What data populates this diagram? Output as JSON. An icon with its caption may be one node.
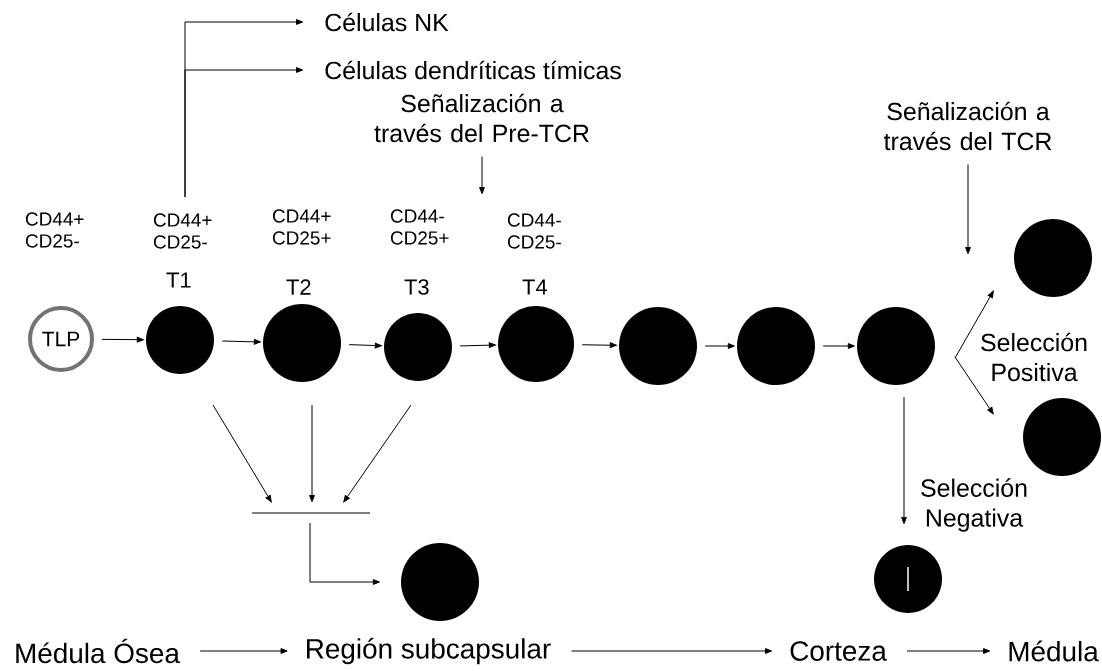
{
  "diagram": {
    "nodes": [
      {
        "text": [
          "Células NK"
        ]
      },
      {
        "text": [
          "Células dendríticas tímicas"
        ]
      },
      {
        "text": [
          "Señalización a través del Pre-TCR"
        ]
      },
      {
        "text": [
          "Señalización a través del TCR"
        ]
      },
      {
        "text": [
          "TLP"
        ]
      },
      {
        "text": [],
        "shape": "circle",
        "beside": [
          "CD44+ CD25-",
          "T1"
        ]
      },
      {
        "text": [],
        "shape": "circle",
        "beside": [
          "CD44+ CD25+",
          "T2"
        ]
      },
      {
        "text": [],
        "shape": "circle",
        "beside": [
          "CD44- CD25+",
          "T3"
        ]
      },
      {
        "text": [],
        "shape": "circle",
        "beside": [
          "CD44- CD25-",
          "T4"
        ]
      },
      {
        "text": [],
        "shape": "circle"
      },
      {
        "text": [],
        "shape": "circle"
      },
      {
        "text": [],
        "shape": "circle"
      },
      {
        "text": [],
        "shape": "circle"
      },
      {
        "text": [],
        "shape": "circle"
      },
      {
        "text": [],
        "shape": "bar"
      },
      {
        "text": [],
        "shape": "circle"
      },
      {
        "text": [],
        "shape": "circle"
      },
      {
        "text": [
          "Médula Ósea"
        ]
      },
      {
        "text": [
          "Región subcapsular"
        ]
      },
      {
        "text": [
          "Corteza"
        ]
      },
      {
        "text": [
          "Médula"
        ]
      }
    ],
    "edges": [
      {
        "from": 4,
        "to": 5,
        "arrow": "to"
      },
      {
        "from": 5,
        "to": 6,
        "arrow": "to"
      },
      {
        "from": 6,
        "to": 7,
        "arrow": "to"
      },
      {
        "from": 7,
        "to": 8,
        "arrow": "to"
      },
      {
        "from": 8,
        "to": 9,
        "arrow": "to"
      },
      {
        "from": 9,
        "to": 10,
        "arrow": "to"
      },
      {
        "from": 10,
        "to": 11,
        "arrow": "to"
      },
      {
        "from": 5,
        "to": 0,
        "arrow": "to"
      },
      {
        "from": 5,
        "to": 1,
        "arrow": "to"
      },
      {
        "from": 2,
        "to": null,
        "arrow": "to"
      },
      {
        "from": 3,
        "to": null,
        "arrow": "to"
      },
      {
        "from": 11,
        "to": 12,
        "arrow": "to"
      },
      {
        "from": 11,
        "to": 13,
        "arrow": "to"
      },
      {
        "from": 11,
        "to": 16,
        "arrow": "to",
        "label": "Selección Negativa"
      },
      {
        "from": 5,
        "to": 14,
        "arrow": "to"
      },
      {
        "from": 6,
        "to": 14,
        "arrow": "to"
      },
      {
        "from": 7,
        "to": 14,
        "arrow": "to"
      },
      {
        "from": 14,
        "to": 15,
        "arrow": "to"
      },
      {
        "from": 17,
        "to": 18,
        "arrow": "to"
      },
      {
        "from": 18,
        "to": 19,
        "arrow": "to"
      },
      {
        "from": 19,
        "to": 20,
        "arrow": "to"
      }
    ],
    "labels": [
      "CD44+ CD25-",
      "Selección Positiva"
    ]
  }
}
